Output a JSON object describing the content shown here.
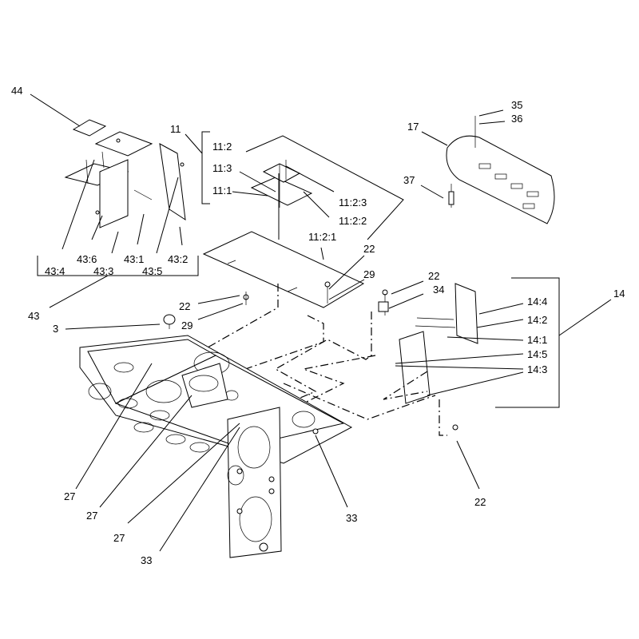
{
  "labels": {
    "l44": "44",
    "l11": "11",
    "l11_2": "11:2",
    "l11_3": "11:3",
    "l11_1": "11:1",
    "l11_2_3": "11:2:3",
    "l11_2_2": "11:2:2",
    "l11_2_1": "11:2:1",
    "l35": "35",
    "l36": "36",
    "l17": "17",
    "l37": "37",
    "l43_6": "43:6",
    "l43_1": "43:1",
    "l43_2": "43:2",
    "l43_4": "43:4",
    "l43_3": "43:3",
    "l43_5": "43:5",
    "l43": "43",
    "l22a": "22",
    "l29a": "29",
    "l22b": "22",
    "l29b": "29",
    "l22c": "22",
    "l34": "34",
    "l14": "14",
    "l14_4": "14:4",
    "l14_2": "14:2",
    "l14_1": "14:1",
    "l14_5": "14:5",
    "l14_3": "14:3",
    "l3": "3",
    "l27a": "27",
    "l27b": "27",
    "l27c": "27",
    "l33a": "33",
    "l33b": "33",
    "l22d": "22"
  }
}
